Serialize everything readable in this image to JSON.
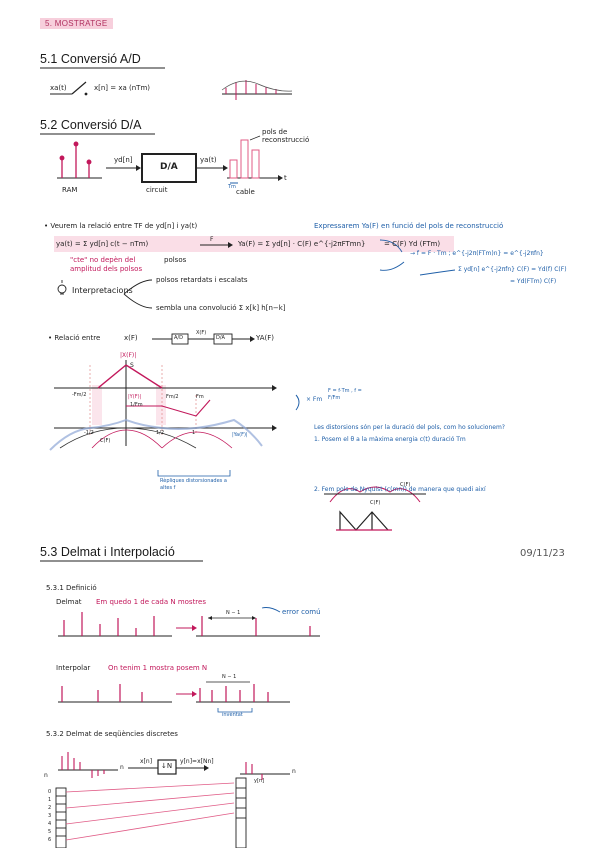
{
  "chapter_tag": "5. MOSTRATGE",
  "date": "09/11/23",
  "s51": {
    "title": "5.1 Conversió A/D",
    "xa": "xa(t)",
    "formula": "x[n] = xa (nTm)"
  },
  "s52": {
    "title": "5.2 Conversió D/A",
    "ram": "RAM",
    "circuit": "circuit",
    "cable": "cable",
    "box": "D/A",
    "in": "yd[n]",
    "out": "ya(t)",
    "pulse_label": "pols de reconstrucció",
    "tm": "Tm",
    "t": "t",
    "intro": "• Veurem la relació entre TF de yd[n] i ya(t)",
    "express": "Expressarem Ya(F) en funció del pols de reconstrucció",
    "eq_left": "ya(t) = Σ yd[n] c(t − nTm)",
    "eq_mid": "Ya(F) = Σ yd[n] · C(F) e^{-j2πFTmn}",
    "eq_right": "= C(F) Yd (FTm)",
    "arrow_label": "F",
    "note_cte": "\"cte\" no depèn del",
    "note_amp": "amplitud dels polsos",
    "note_polsos": "polsos",
    "f_def": "→ f = F · Tm ;  e^{-j2π(FTm)n} = e^{-j2πfn}",
    "sum_note": "Σ yd[n] e^{-j2πfn}  C(F) = Yd(f) C(F)",
    "sum_note2": "= Yd(FTm) C(F)",
    "interp_label": "Interpretacions",
    "interp_1": "polsos retardats i escalats",
    "interp_2": "sembla una convolució  Σ x[k] h[n−k]"
  },
  "rel": {
    "label": "• Relació entre",
    "x": "x(F)",
    "ad": "A/D",
    "da": "D/A",
    "xf": "X(F)",
    "yaf": "YA(F)",
    "peak": "|X(F)|",
    "s": "S",
    "yaf_top": "|Y(F)|",
    "lfm": "1/Fm",
    "ticks_top": [
      "-Fm/2",
      "Fm/2",
      "Fm"
    ],
    "ticks_bot": [
      "-1/2",
      "1/2",
      "1"
    ],
    "cf": "C(F)",
    "ycf": "|Ya(F)|",
    "fm_note": "× Fm",
    "f_note": "F = f·Tm  ,  f = F/Fm",
    "aliasing": "Rèpliques distorsionades a altes f"
  },
  "dist": {
    "q": "Les distorsions són per la duració del pols, com ho solucionem?",
    "a1": "1. Posem el θ a la màxima energia  c(t)  duració Tm",
    "a2": "2. Fem pols de Nyquist (c(mn)) de manera que quedi així",
    "cf": "C(F)"
  },
  "s53": {
    "title": "5.3 Delmat i Interpolació",
    "def": "5.3.1  Definició",
    "delmat_label": "Delmat",
    "delmat_text": "Em quedo 1 de cada N mostres",
    "error": "error comú",
    "n_minus": "N − 1",
    "interp_label": "Interpolar",
    "interp_text": "On tenim 1 mostra posem N",
    "invented": "inventat",
    "s532": "5.3.2  Delmat de seqüències discretes",
    "xn": "x[n]",
    "down": "↓N",
    "yn": "y[n]=x[Nn]",
    "n": "n",
    "yn2": "y[n]",
    "idx": [
      "0",
      "1",
      "2",
      "3",
      "4",
      "5",
      "6"
    ]
  }
}
